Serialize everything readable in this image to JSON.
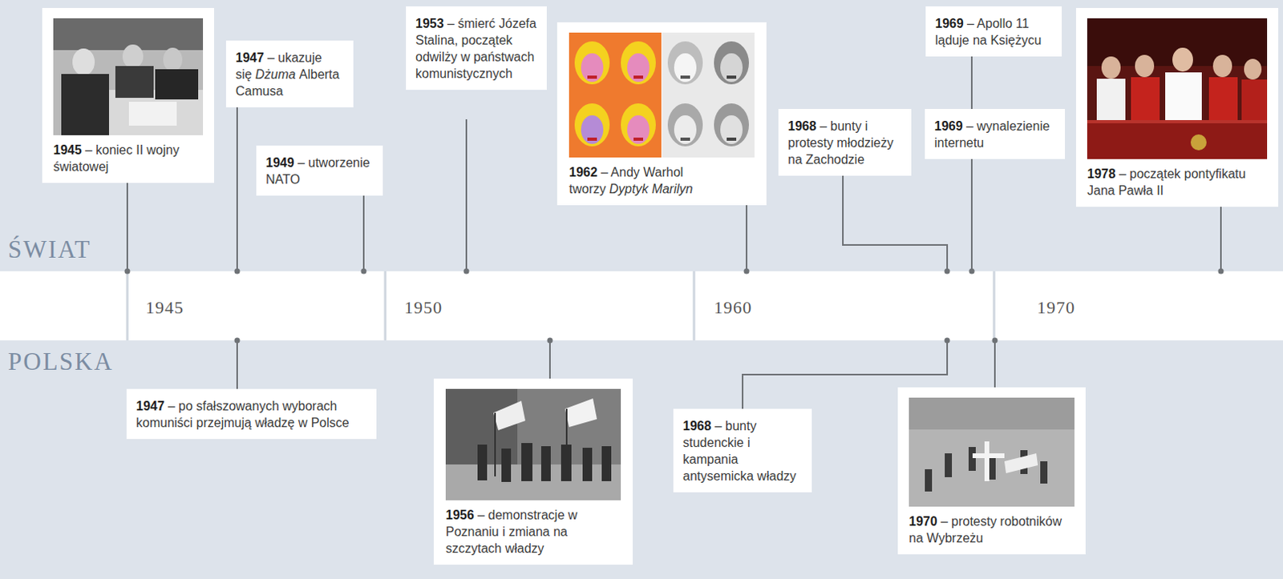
{
  "diagram": {
    "nodes": [
      {
        "text": [
          "1945",
          "– koniec II wojny światowej"
        ]
      },
      {
        "text": [
          "1947",
          "– ukazuje się",
          "Dżuma",
          "Alberta Camusa"
        ]
      },
      {
        "text": [
          "1949",
          "– utworzenie NATO"
        ]
      },
      {
        "text": [
          "1953",
          "– śmierć Józefa Stalina, początek odwilży w państwach komunistycznych"
        ]
      },
      {
        "text": [
          "1962",
          "– Andy Warhol tworzy",
          "Dyptyk Marilyn"
        ]
      },
      {
        "text": [
          "1968",
          "– bunty i protesty młodzieży na Zachodzie"
        ]
      },
      {
        "text": [
          "1969",
          "– Apollo 11 ląduje na Księżycu"
        ]
      },
      {
        "text": [
          "1969",
          "– wynalezienie internetu"
        ]
      },
      {
        "text": [
          "1978",
          "– początek pontyfikatu Jana Pawła II"
        ]
      },
      {
        "text": [
          "1947",
          "– po sfałszowanych wyborach komuniści przejmują władzę w Polsce"
        ]
      },
      {
        "text": [
          "1956",
          "– demonstracje w Poznaniu i zmiana na szczytach władzy"
        ]
      },
      {
        "text": [
          "1968",
          "– bunty studenckie i kampania antysemicka władzy"
        ]
      },
      {
        "text": [
          "1970",
          "– protesty robotników na Wybrzeżu"
        ]
      }
    ],
    "labels": [
      "ŚWIAT",
      "POLSKA",
      "1945",
      "1950",
      "1960",
      "1970"
    ]
  }
}
